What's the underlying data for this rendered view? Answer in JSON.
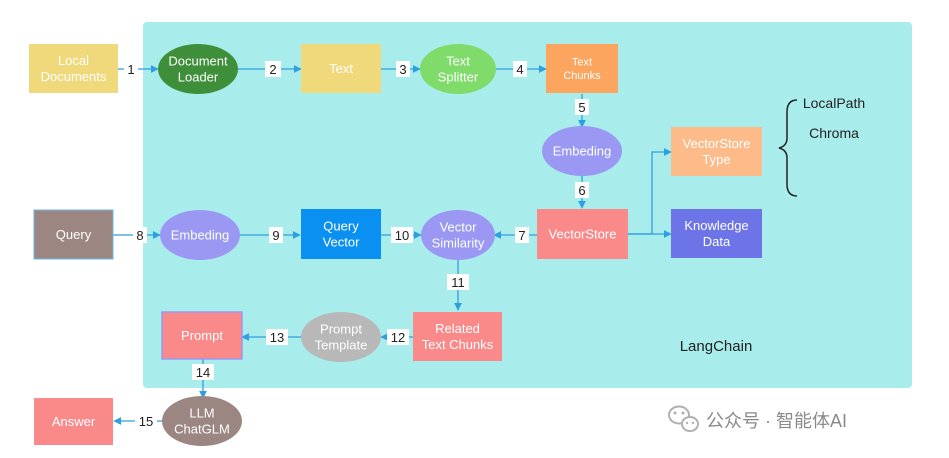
{
  "container": {
    "label": "LangChain",
    "color": "#a9ecec"
  },
  "nodes": {
    "local_docs": {
      "lines": [
        "Local",
        "Documents"
      ],
      "color": "#f0d97a"
    },
    "doc_loader": {
      "lines": [
        "Document",
        "Loader"
      ],
      "color": "#3f8f3a"
    },
    "text": {
      "lines": [
        "Text"
      ],
      "color": "#f0d97a"
    },
    "text_splitter": {
      "lines": [
        "Text",
        "Splitter"
      ],
      "color": "#7fdb6a"
    },
    "text_chunks": {
      "lines": [
        "Text",
        "Chunks"
      ],
      "color": "#fba55f"
    },
    "embed_top": {
      "lines": [
        "Embeding"
      ],
      "color": "#9a98f3"
    },
    "vs_type": {
      "lines": [
        "VectorStore",
        "Type"
      ],
      "color": "#fdbb8a"
    },
    "query": {
      "lines": [
        "Query"
      ],
      "color": "#9c8682"
    },
    "embed_query": {
      "lines": [
        "Embeding"
      ],
      "color": "#9a98f3"
    },
    "query_vector": {
      "lines": [
        "Query",
        "Vector"
      ],
      "color": "#0a90f0"
    },
    "vec_similarity": {
      "lines": [
        "Vector",
        "Similarity"
      ],
      "color": "#9a98f3"
    },
    "vectorstore": {
      "lines": [
        "VectorStore"
      ],
      "color": "#fa8a8a"
    },
    "knowledge": {
      "lines": [
        "Knowledge",
        "Data"
      ],
      "color": "#6c74e8"
    },
    "prompt": {
      "lines": [
        "Prompt"
      ],
      "color": "#fa8a8a"
    },
    "prompt_tpl": {
      "lines": [
        "Prompt",
        "Template"
      ],
      "color": "#b8b8b8"
    },
    "related": {
      "lines": [
        "Related",
        "Text Chunks"
      ],
      "color": "#fa8a8a"
    },
    "answer": {
      "lines": [
        "Answer"
      ],
      "color": "#fa8a8a"
    },
    "llm": {
      "lines": [
        "LLM",
        "ChatGLM"
      ],
      "color": "#9c8682"
    }
  },
  "edge_labels": [
    "1",
    "2",
    "3",
    "4",
    "5",
    "6",
    "7",
    "8",
    "9",
    "10",
    "11",
    "12",
    "13",
    "14",
    "15"
  ],
  "options": [
    "LocalPath",
    "Chroma"
  ],
  "watermark": "公众号 · 智能体AI",
  "colors": {
    "edge": "#2f9fe0",
    "node_text": "#ffffff",
    "label_text": "#222222"
  }
}
